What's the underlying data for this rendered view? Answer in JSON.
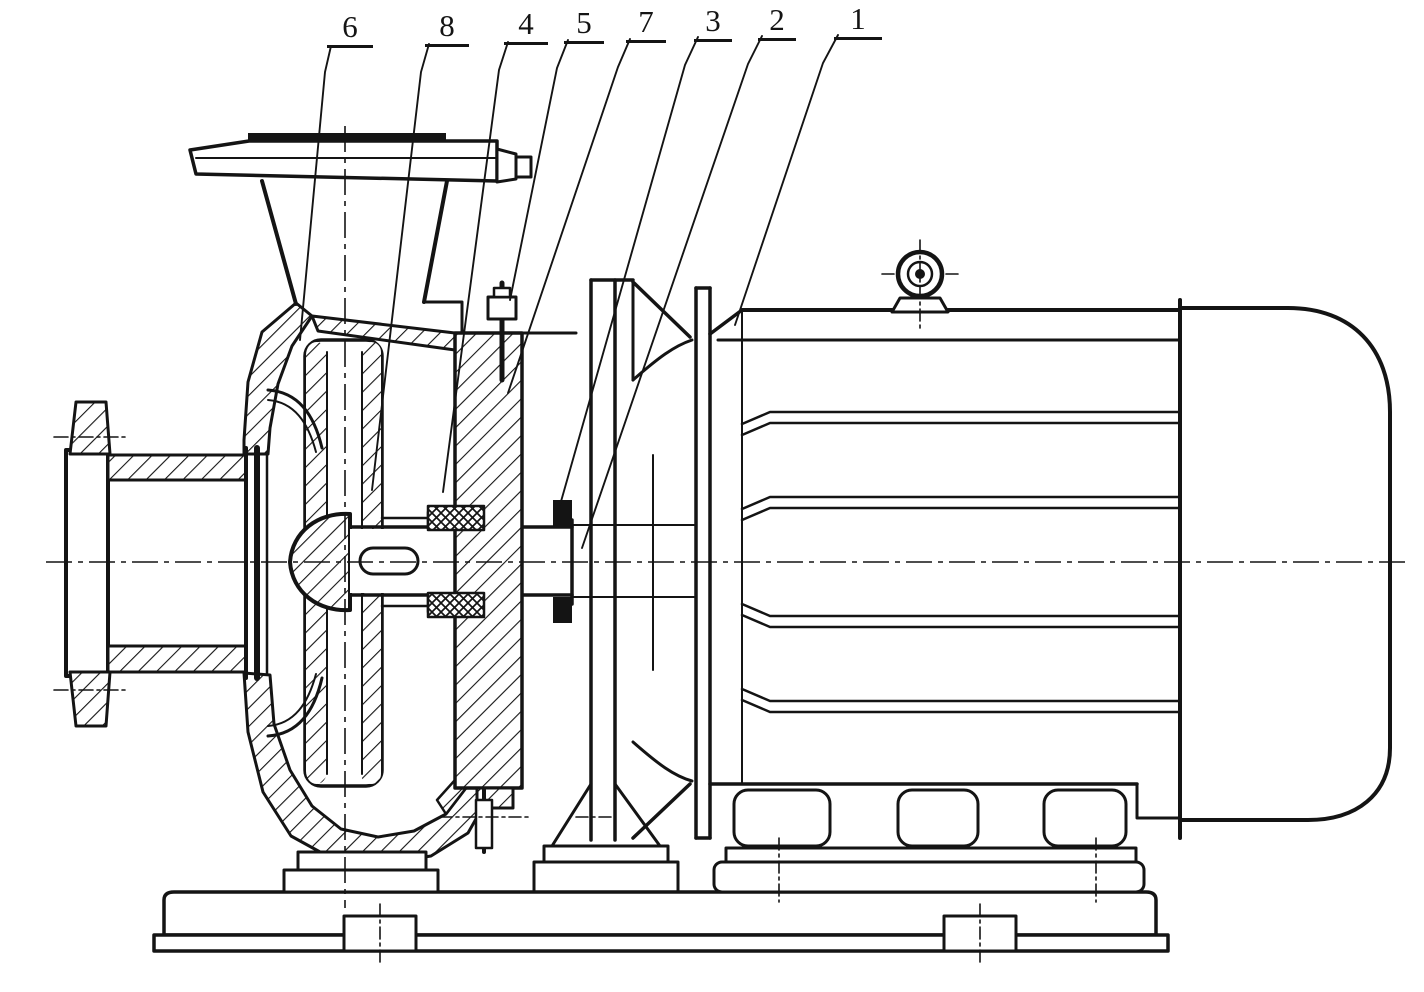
{
  "diagram": {
    "background": "#ffffff",
    "line_color": "#141414",
    "callouts": [
      {
        "label": "6"
      },
      {
        "label": "8"
      },
      {
        "label": "4"
      },
      {
        "label": "5"
      },
      {
        "label": "7"
      },
      {
        "label": "3"
      },
      {
        "label": "2"
      },
      {
        "label": "1"
      }
    ]
  }
}
